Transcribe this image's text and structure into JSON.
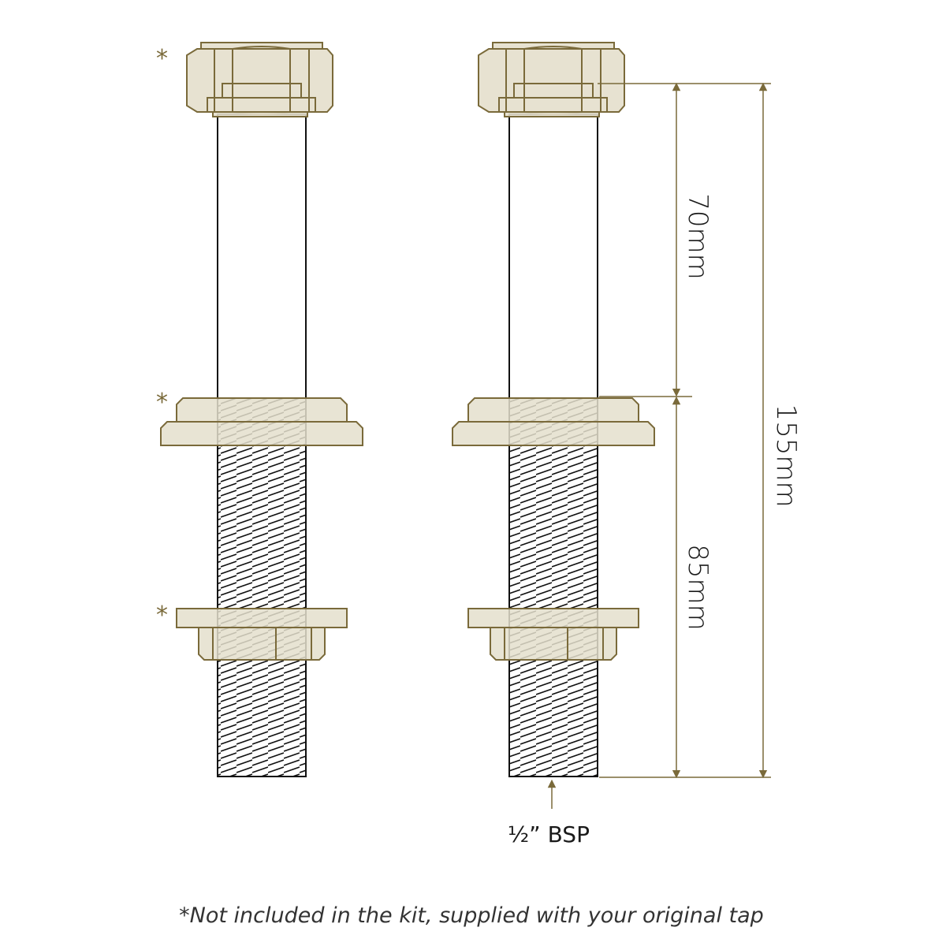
{
  "dimensions": {
    "upper": "70mm",
    "lower": "85mm",
    "total": "155mm"
  },
  "thread_label": "½” BSP",
  "asterisk": "*",
  "footnote": "*Not included in the kit, supplied with your original tap",
  "colors": {
    "part_fill": "#e4dfcc",
    "part_stroke": "#7a6a3a",
    "dimension_line": "#7a6a3a",
    "pipe_stroke": "#111111"
  }
}
